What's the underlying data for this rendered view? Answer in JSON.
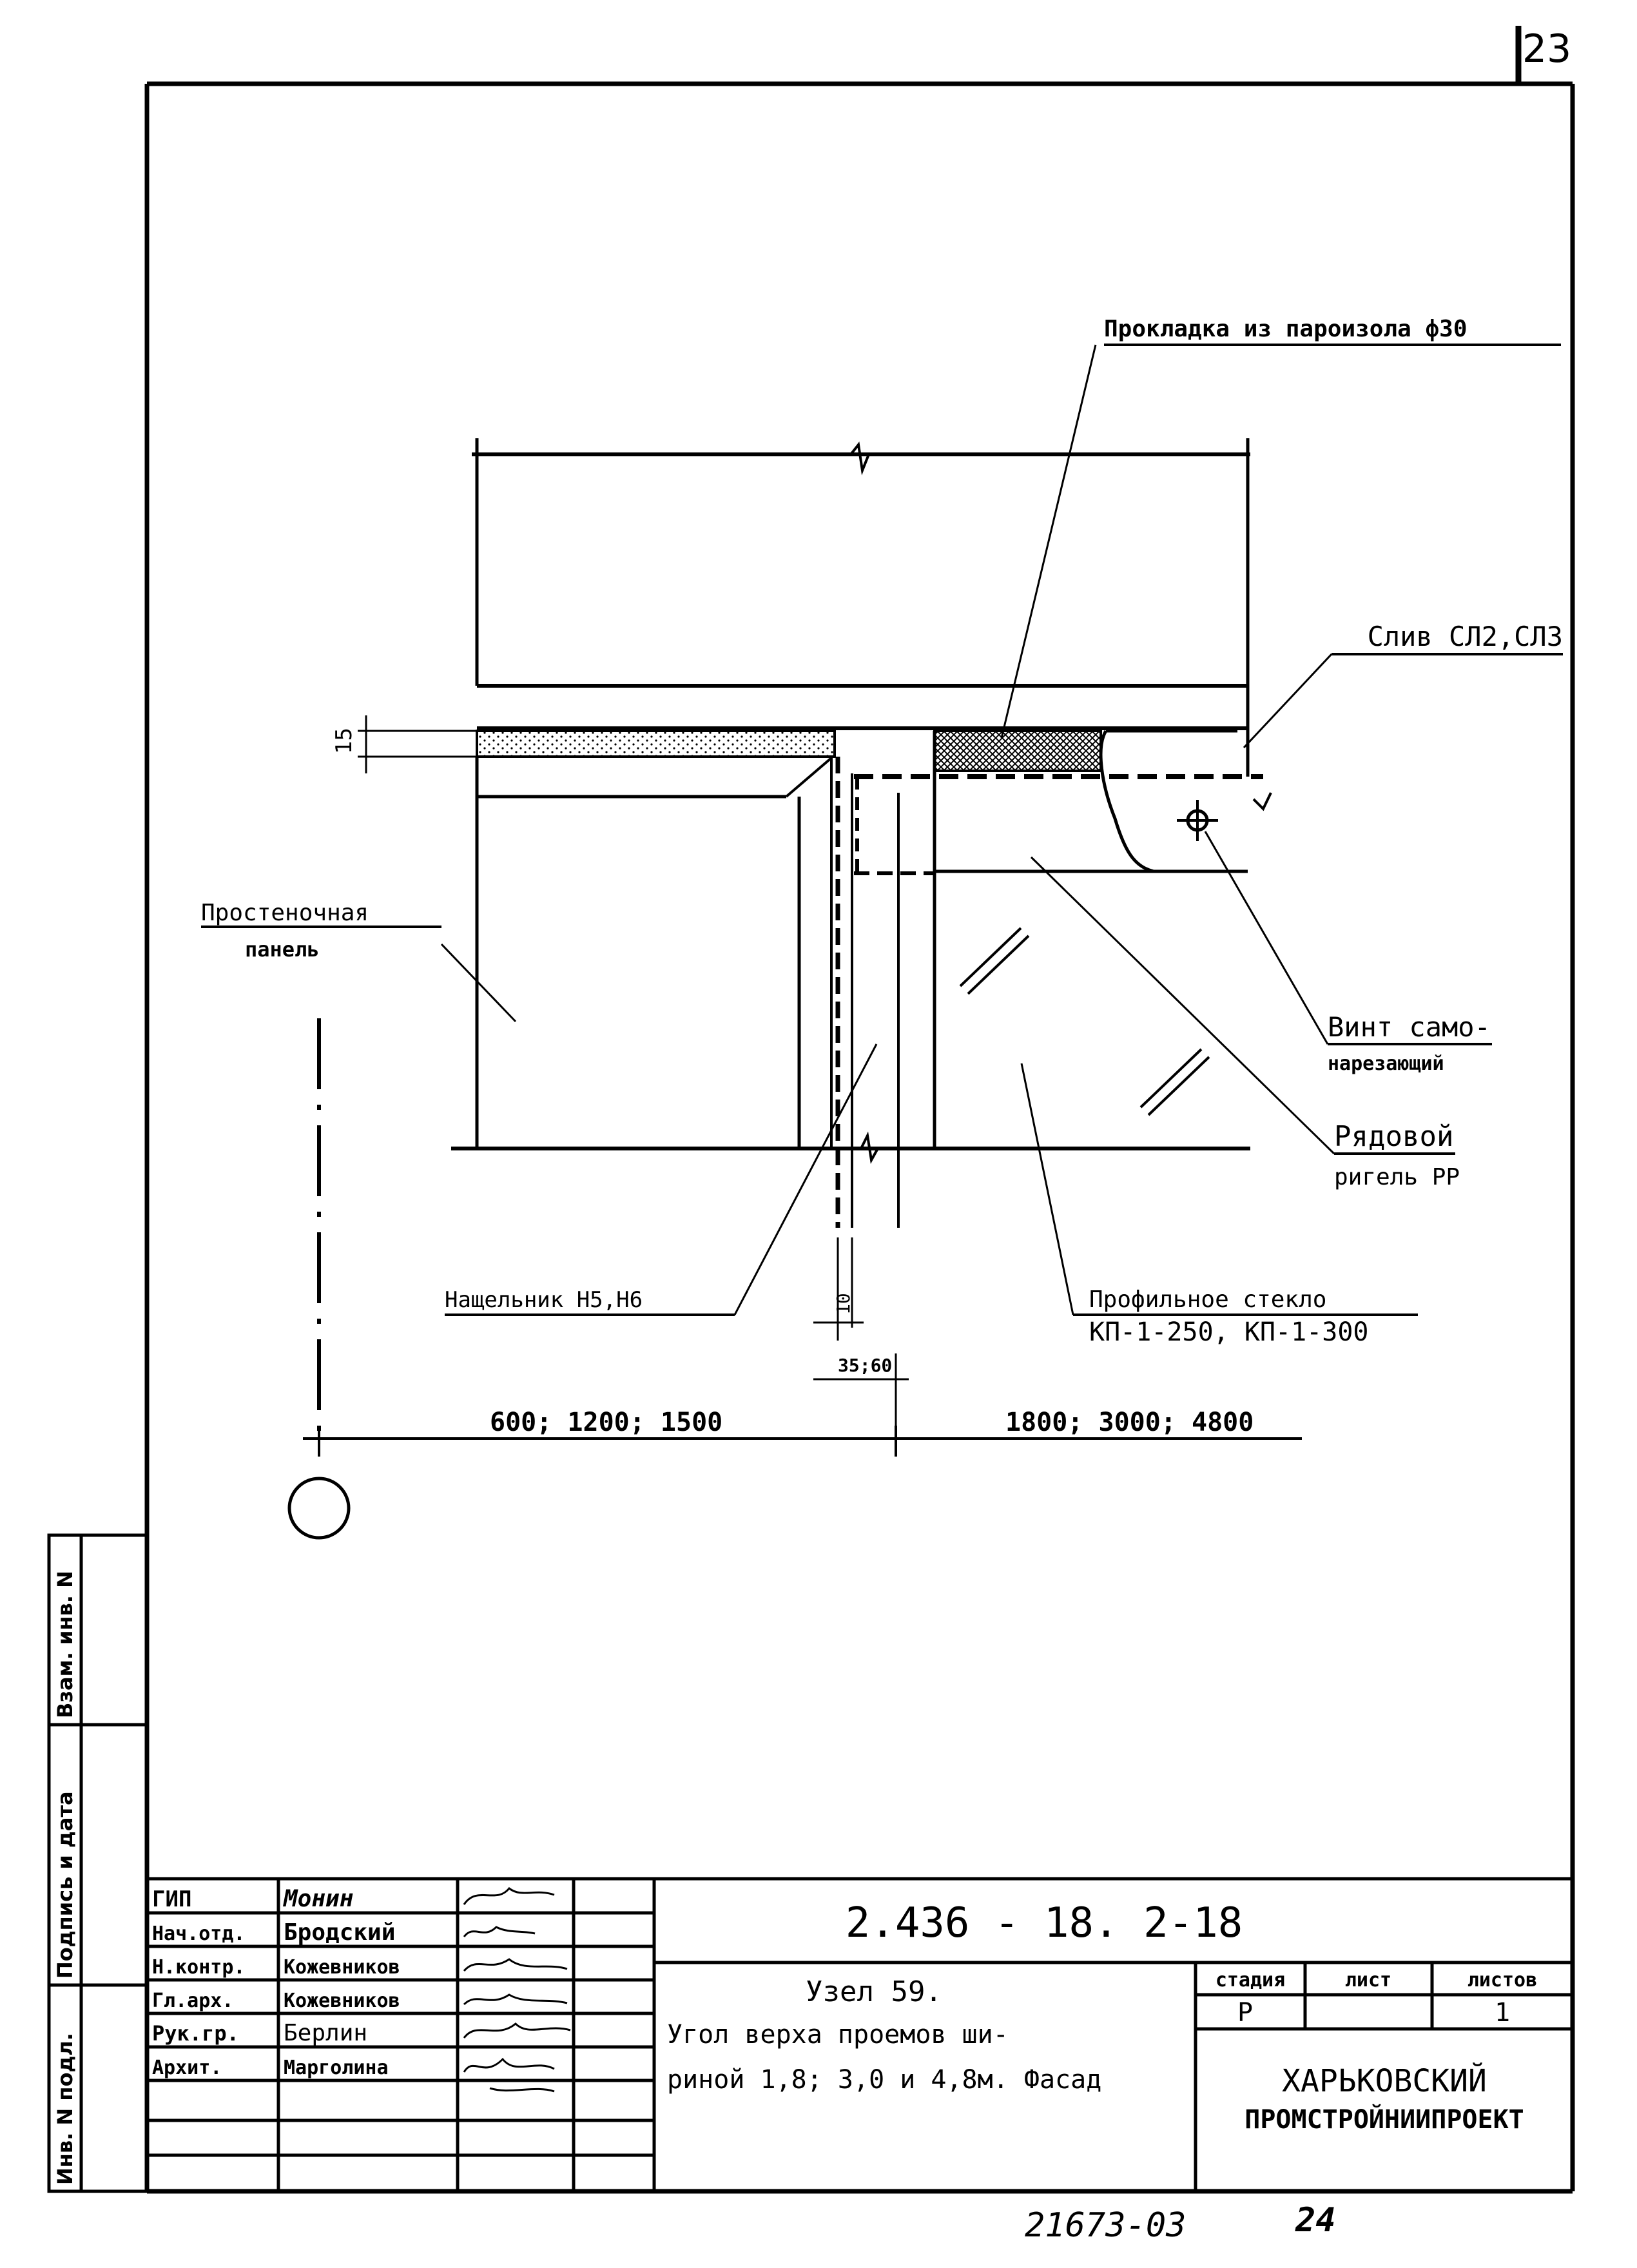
{
  "sheet": {
    "sheet_no": "23",
    "bottom_number": "21673-03",
    "bottom_page": "24"
  },
  "labels": {
    "gasket": "Прокладка из пароизола ф30",
    "drip": "Слив СЛ2,СЛ3",
    "panel_line1": "Простеночная",
    "panel_line2": "панель",
    "screw_line1": "Винт само-",
    "screw_line2": "нарезающий",
    "rail_line1": "Рядовой",
    "rail_line2": "ригель РР",
    "trim": "Нащельник Н5,Н6",
    "glass_line1": "Профильное стекло",
    "glass_line2": "КП-1-250, КП-1-300"
  },
  "dimensions": {
    "d15": "15",
    "d10": "10",
    "d35_60": "35;60",
    "left_span": "600; 1200; 1500",
    "right_span": "1800; 3000; 4800"
  },
  "side_stamp": {
    "col1": "Инв. N подл.",
    "col2": "Подпись и дата",
    "col3": "Взам. инв. N"
  },
  "title_block": {
    "code": "2.436 - 18. 2-18",
    "title_line1": "Узел 59.",
    "title_line2": "Угол верха проемов ши-",
    "title_line3": "риной 1,8; 3,0 и 4,8м. Фасад",
    "org_line1": "ХАРЬКОВСКИЙ",
    "org_line2": "ПРОМСТРОЙНИИПРОЕКТ",
    "stage_header": "стадия",
    "sheet_header": "лист",
    "sheets_header": "листов",
    "stage": "Р",
    "sheet": "",
    "sheets": "1",
    "roles": [
      {
        "role": "ГИП",
        "name": "Монин"
      },
      {
        "role": "Нач.отд.",
        "name": "Бродский"
      },
      {
        "role": "Н.контр.",
        "name": "Кожевников"
      },
      {
        "role": "Гл.арх.",
        "name": "Кожевников"
      },
      {
        "role": "Рук.гр.",
        "name": "Берлин"
      },
      {
        "role": "Архит.",
        "name": "Марголина"
      }
    ]
  }
}
